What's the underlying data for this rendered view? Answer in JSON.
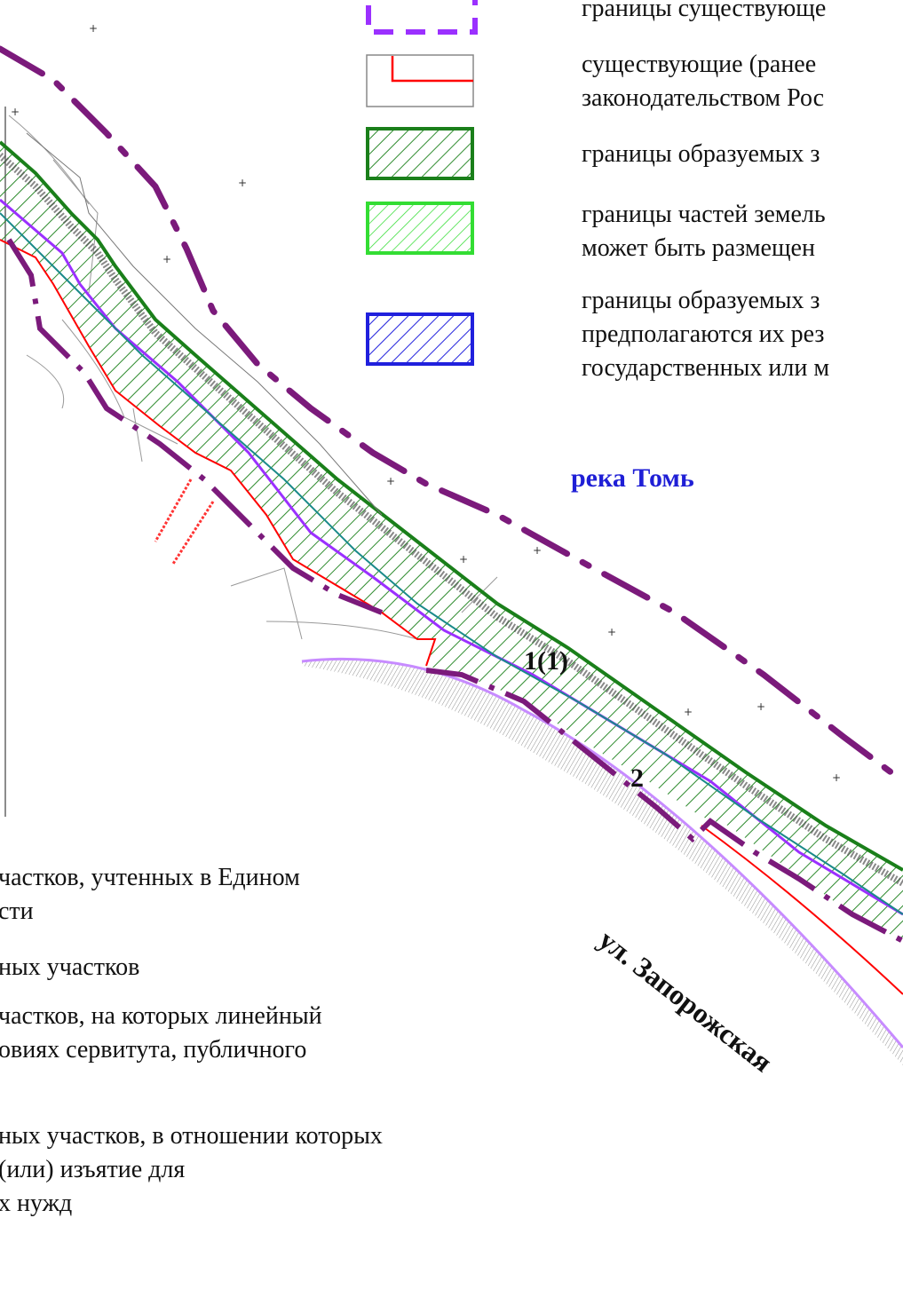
{
  "legend": {
    "items": [
      {
        "text": [
          "границы существующе"
        ],
        "stroke": "#8a2be2"
      },
      {
        "text": [
          "существующие (ранее",
          "законодательством Рос"
        ],
        "stroke": "#ff0000"
      },
      {
        "text": [
          "границы образуемых з"
        ],
        "stroke": "#1a7f1a"
      },
      {
        "text": [
          "границы частей земель",
          "может быть размещен"
        ],
        "stroke": "#33dd33"
      },
      {
        "text": [
          "границы образуемых з",
          "предполагаются их рез",
          "государственных или м"
        ],
        "stroke": "#2020dd"
      }
    ]
  },
  "bottom_legend": {
    "lines": [
      "частков, учтенных в Едином",
      "сти",
      "ных участков",
      "частков, на которых линейный",
      "овиях сервитута, публичного",
      "ных участков, в отношении которых",
      "(или) изъятие для",
      "х нужд"
    ]
  },
  "map": {
    "river_label": "река Томь",
    "street_label": "ул. Запорожская",
    "parcel_labels": [
      "1(1)",
      "2"
    ]
  },
  "colors": {
    "river_label": "#1f1fd6",
    "boundary_purple": "#7b1a7b",
    "dash_violet": "#9b30ff",
    "green_dark": "#1a7f1a",
    "green_hatch": "#2e8b2e",
    "red": "#ff0000",
    "teal": "#1a8a8a"
  }
}
